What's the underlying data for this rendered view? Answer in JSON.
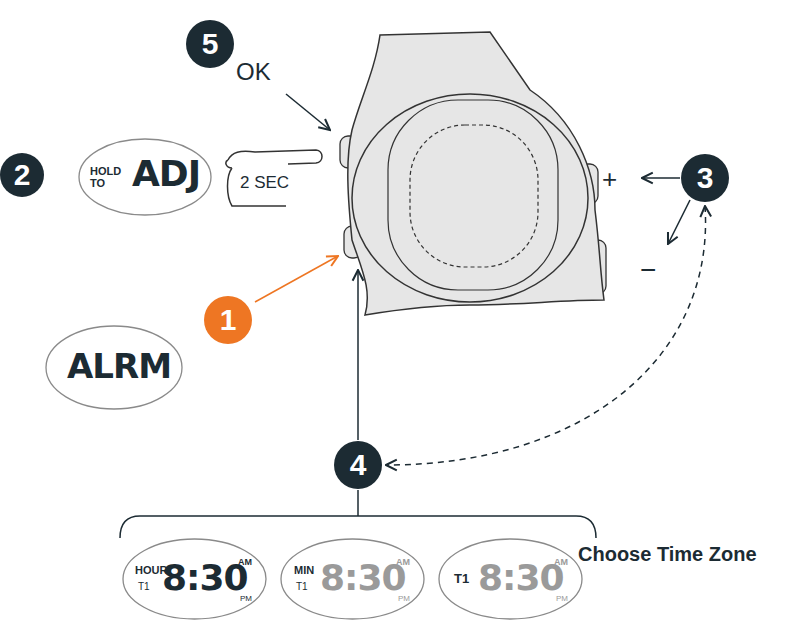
{
  "diagram": {
    "nodes": [
      {
        "text": [
          "5"
        ]
      },
      {
        "text": [
          "HOLD TO",
          "ADJ"
        ]
      },
      {
        "text": [
          "2"
        ]
      },
      {
        "text": [
          "3"
        ]
      },
      {
        "text": [
          "1"
        ]
      },
      {
        "text": [
          "ALRM"
        ]
      },
      {
        "text": [
          "4"
        ]
      },
      {
        "text": [
          "HOUR",
          "T1",
          "8:30",
          "AM",
          "PM"
        ]
      },
      {
        "text": [
          "MIN",
          "T1",
          "8:30",
          "AM",
          "PM"
        ]
      },
      {
        "text": [
          "T1",
          "8:30",
          "AM",
          "PM"
        ]
      }
    ],
    "edges": [
      {
        "from": 3,
        "to": 6,
        "arrow": "both"
      }
    ],
    "labels": [
      "OK",
      "2 SEC",
      "+",
      "−",
      "Choose Time Zone"
    ]
  }
}
